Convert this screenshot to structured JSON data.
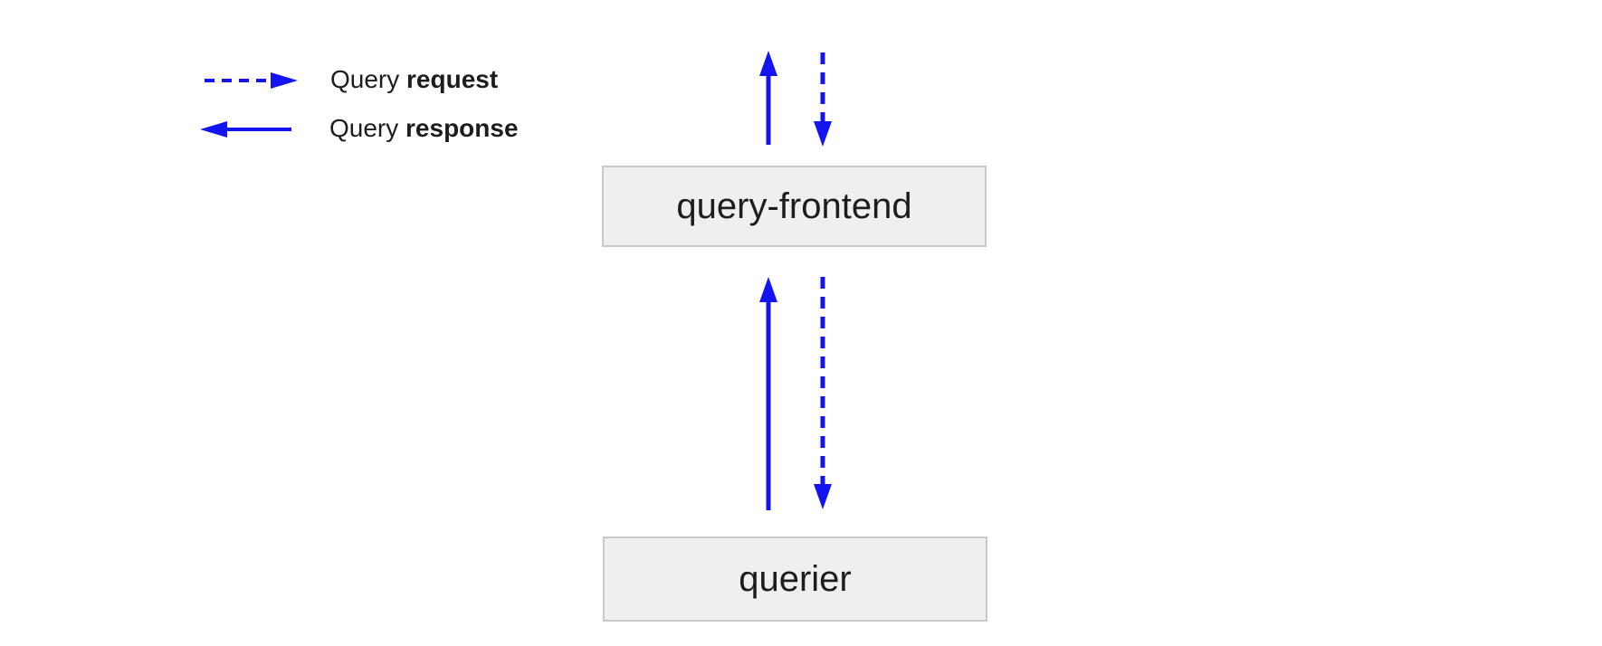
{
  "colors": {
    "arrow": "#1414f0",
    "box_fill": "#efefef",
    "box_border": "#c9c9c9",
    "text": "#1d1d1d",
    "background": "#ffffff"
  },
  "legend": {
    "items": [
      {
        "prefix": "Query ",
        "bold": "request",
        "arrow_style": "dashed",
        "arrow_direction": "right"
      },
      {
        "prefix": "Query ",
        "bold": "response",
        "arrow_style": "solid",
        "arrow_direction": "left"
      }
    ]
  },
  "diagram": {
    "nodes": [
      {
        "label": "query-frontend"
      },
      {
        "label": "querier"
      }
    ],
    "edges": [
      {
        "between": "top edge and query-frontend",
        "kind": "response",
        "style": "solid",
        "direction": "up"
      },
      {
        "between": "top edge and query-frontend",
        "kind": "request",
        "style": "dashed",
        "direction": "down"
      },
      {
        "between": "query-frontend and querier",
        "kind": "response",
        "style": "solid",
        "direction": "up"
      },
      {
        "between": "query-frontend and querier",
        "kind": "request",
        "style": "dashed",
        "direction": "down"
      }
    ]
  }
}
